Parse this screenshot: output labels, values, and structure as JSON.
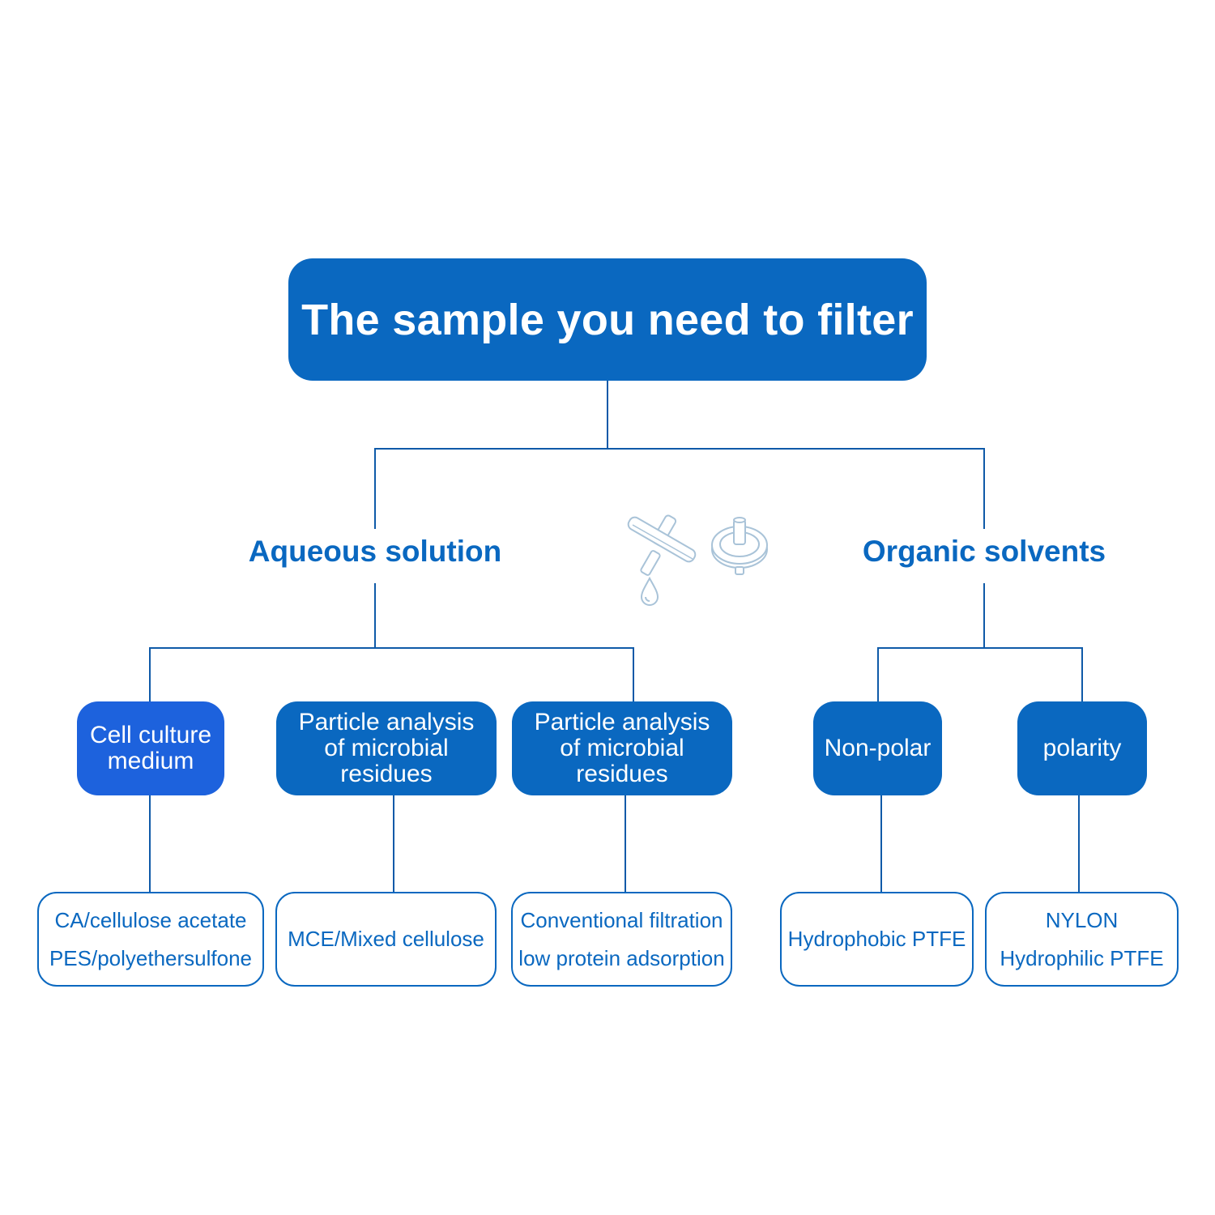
{
  "colors": {
    "primary": "#0a68c0",
    "accent": "#1d62dd",
    "line": "#0f5aa8",
    "icon": "#a9c3d8"
  },
  "root": {
    "title": "The sample you need to filter"
  },
  "branches": [
    {
      "label": "Aqueous solution"
    },
    {
      "label": "Organic solvents"
    }
  ],
  "categories": [
    {
      "label": "Cell culture\nmedium",
      "style": "primary"
    },
    {
      "label": "Particle analysis\nof microbial\nresidues",
      "style": "normal"
    },
    {
      "label": "Particle analysis\nof microbial\nresidues",
      "style": "normal"
    },
    {
      "label": "Non-polar",
      "style": "normal"
    },
    {
      "label": "polarity",
      "style": "normal"
    }
  ],
  "leaves": [
    {
      "lines": [
        "CA/cellulose acetate",
        "PES/polyethersulfone"
      ]
    },
    {
      "lines": [
        "MCE/Mixed cellulose"
      ]
    },
    {
      "lines": [
        "Conventional filtration",
        "low protein adsorption"
      ]
    },
    {
      "lines": [
        "Hydrophobic PTFE"
      ]
    },
    {
      "lines": [
        "NYLON",
        "Hydrophilic PTFE"
      ]
    }
  ],
  "icons": [
    "syringe-filter-icon",
    "water-drop-icon",
    "filter-disc-icon"
  ]
}
